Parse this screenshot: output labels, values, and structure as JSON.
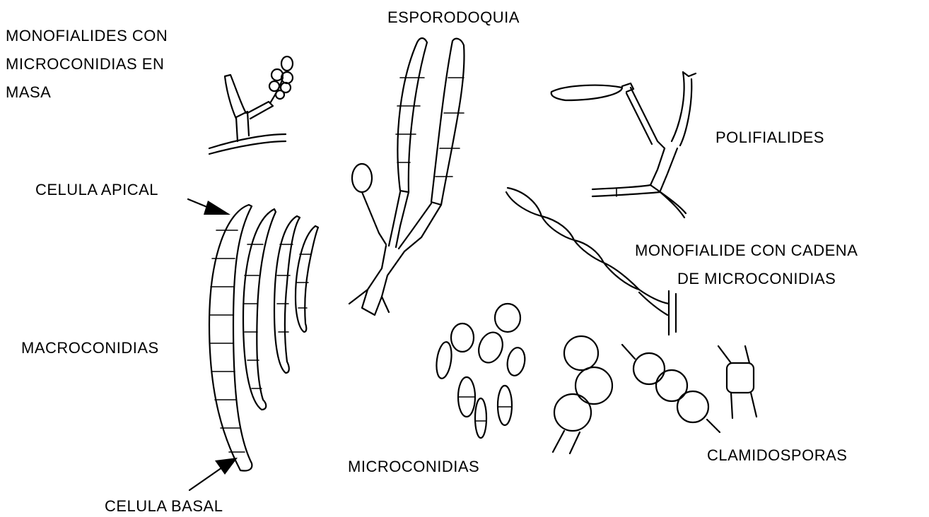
{
  "labels": {
    "monofialides_masa": [
      "MONOFIALIDES CON",
      "MICROCONIDIAS EN",
      "MASA"
    ],
    "esporodoquia": "ESPORODOQUIA",
    "polifialides": "POLIFIALIDES",
    "celula_apical": "CELULA APICAL",
    "macroconidias": "MACROCONIDIAS",
    "monofialide_cadena": [
      "MONOFIALIDE CON CADENA",
      "DE MICROCONIDIAS"
    ],
    "microconidias": "MICROCONIDIAS",
    "clamidosporas": "CLAMIDOSPORAS",
    "celula_basal": "CELULA BASAL"
  }
}
